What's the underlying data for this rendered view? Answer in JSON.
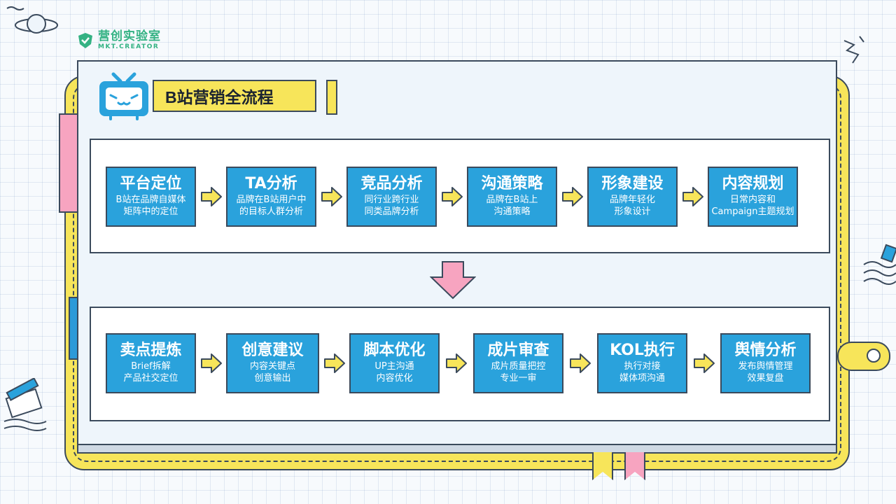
{
  "logo": {
    "name_cn": "营创实验室",
    "name_en": "MKT.CREATOR"
  },
  "title": "B站营销全流程",
  "row1": [
    {
      "title": "平台定位",
      "lines": [
        "B站在品牌自媒体",
        "矩阵中的定位"
      ]
    },
    {
      "title": "TA分析",
      "lines": [
        "品牌在B站用户中",
        "的目标人群分析"
      ]
    },
    {
      "title": "竞品分析",
      "lines": [
        "同行业跨行业",
        "同类品牌分析"
      ]
    },
    {
      "title": "沟通策略",
      "lines": [
        "品牌在B站上",
        "沟通策略"
      ]
    },
    {
      "title": "形象建设",
      "lines": [
        "品牌年轻化",
        "形象设计"
      ]
    },
    {
      "title": "内容规划",
      "lines": [
        "日常内容和",
        "Campaign主题规划"
      ]
    }
  ],
  "row2": [
    {
      "title": "卖点提炼",
      "lines": [
        "Brief拆解",
        "产品社交定位"
      ]
    },
    {
      "title": "创意建议",
      "lines": [
        "内容关键点",
        "创意输出"
      ]
    },
    {
      "title": "脚本优化",
      "lines": [
        "UP主沟通",
        "内容优化"
      ]
    },
    {
      "title": "成片审查",
      "lines": [
        "成片质量把控",
        "专业一审"
      ]
    },
    {
      "title": "KOL执行",
      "lines": [
        "执行对接",
        "媒体项沟通"
      ]
    },
    {
      "title": "舆情分析",
      "lines": [
        "发布舆情管理",
        "效果复盘"
      ]
    }
  ],
  "colors": {
    "step_fill": "#2aa2dc",
    "arrow_fill": "#f7e55a",
    "down_arrow_fill": "#f7a4c0",
    "book_yellow": "#f7e55a",
    "outline": "#3b4a5c",
    "brand_green": "#34b283"
  },
  "icons": {
    "brand": "shield-check-icon",
    "title": "tv-mascot-icon",
    "flow": "right-arrow-icon",
    "transition": "down-arrow-icon"
  }
}
